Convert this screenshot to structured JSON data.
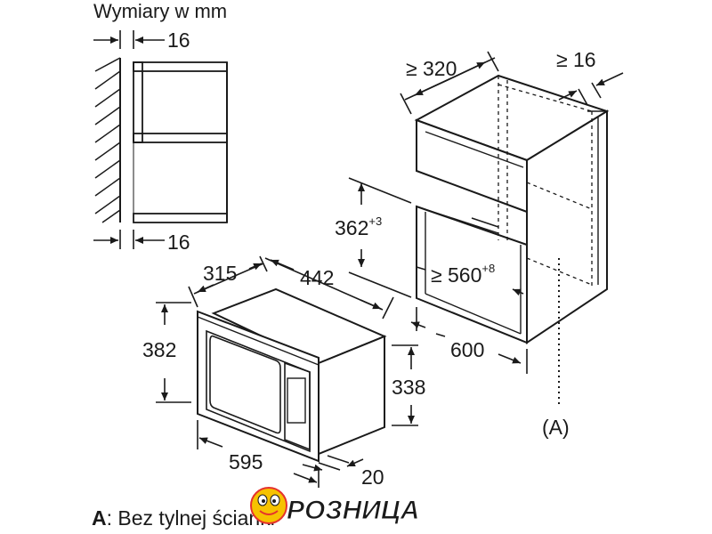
{
  "title": "Wymiary w mm",
  "side_view": {
    "top_dim": "16",
    "bottom_dim": "16"
  },
  "cabinet": {
    "depth_dim": "≥ 320",
    "side_dim": "≥ 16",
    "height_dim": "362",
    "height_tol": "+3",
    "width_dim": "≥ 560",
    "width_tol": "+8",
    "total_width": "600",
    "marker": "(A)"
  },
  "appliance": {
    "depth": "315",
    "width": "442",
    "front_height": "382",
    "body_height": "338",
    "front_width": "595",
    "front_depth": "20"
  },
  "footnote": {
    "letter": "A",
    "text": ": Bez tylnej ścianki"
  },
  "logo": {
    "text": "РОЗНИЦА",
    "colors": {
      "red": "#e5322d",
      "yellow": "#f6c200",
      "blue": "#2c6fb7"
    }
  }
}
